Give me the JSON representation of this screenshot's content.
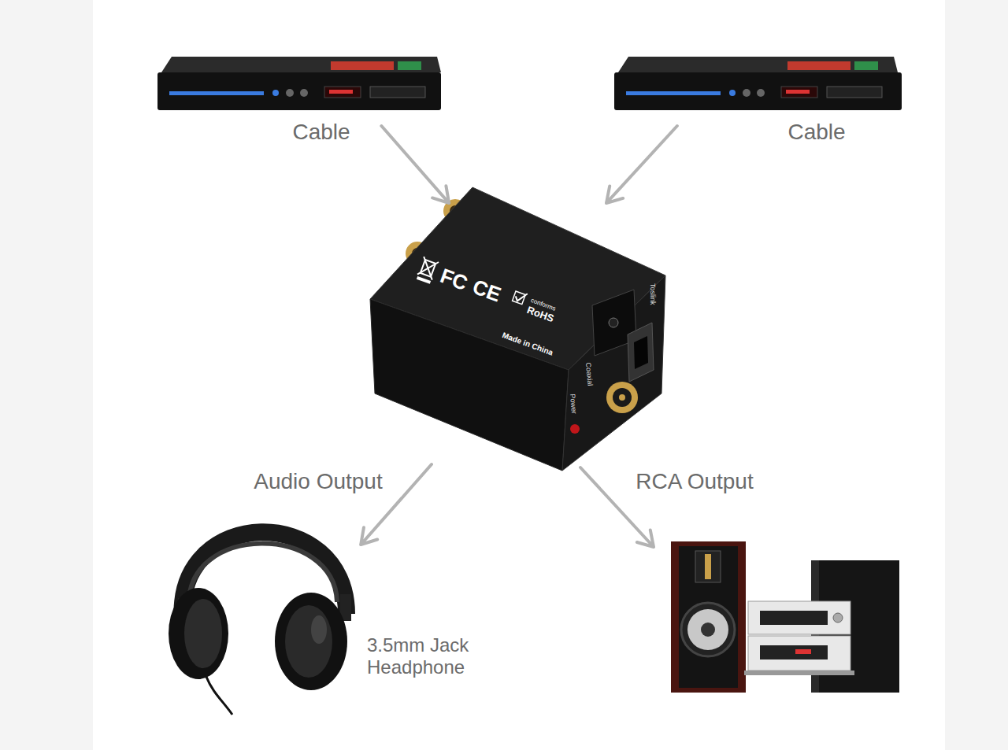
{
  "diagram": {
    "nodes": [
      {
        "text": []
      },
      {
        "text": []
      },
      {
        "text": [
          "FC",
          "CE",
          "conforms",
          "RoHS",
          "Made in China",
          "Coaxial",
          "Toslink",
          "Power"
        ]
      },
      {
        "text": [
          "3.5mm Jack Headphone"
        ]
      },
      {
        "text": []
      }
    ],
    "edges": [
      {
        "from": 0,
        "to": 2,
        "arrow": "to",
        "label": "Cable"
      },
      {
        "from": 1,
        "to": 2,
        "arrow": "to",
        "label": "Cable"
      },
      {
        "from": 2,
        "to": 3,
        "arrow": "to",
        "label": "Audio Output"
      },
      {
        "from": 2,
        "to": 4,
        "arrow": "to",
        "label": "RCA Output"
      }
    ]
  }
}
